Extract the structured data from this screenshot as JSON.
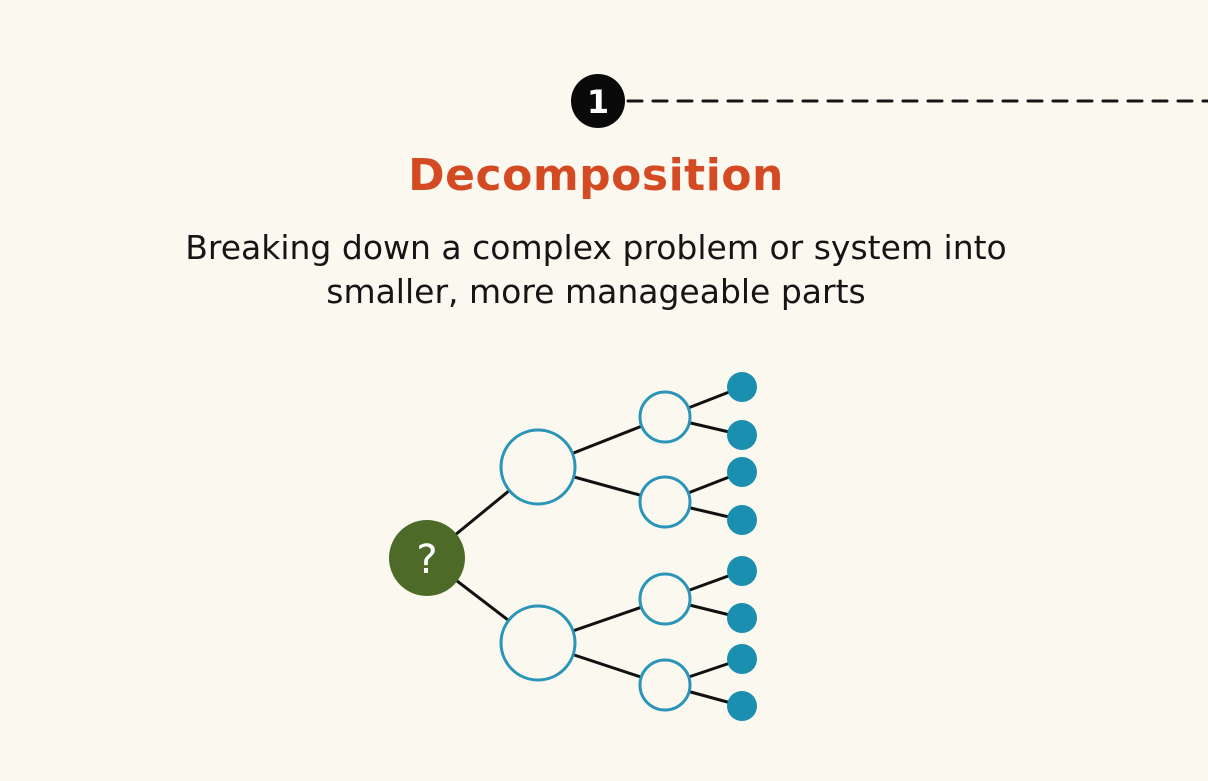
{
  "step": {
    "number": "1"
  },
  "heading": {
    "title": "Decomposition",
    "description": "Breaking down a complex problem or system into smaller, more manageable parts"
  },
  "diagram": {
    "root_symbol": "?",
    "levels": [
      1,
      2,
      4,
      8
    ]
  },
  "colors": {
    "background": "#fbf8ef",
    "title": "#d44a23",
    "text": "#151515",
    "step_badge": "#0a0a0a",
    "root_node": "#4e6a28",
    "branch_node": "#2a95b8",
    "leaf_node": "#1a8fb0",
    "edge": "#111111"
  }
}
